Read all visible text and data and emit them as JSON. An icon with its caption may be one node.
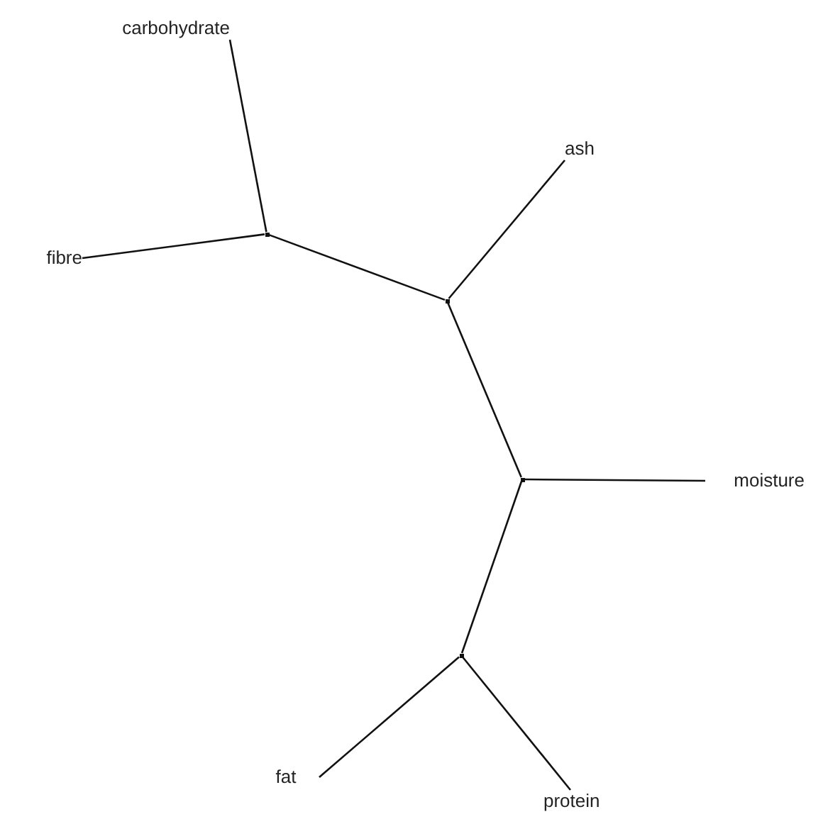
{
  "diagram": {
    "nodes": [
      {
        "text": [
          "carbohydrate"
        ]
      },
      {
        "text": [
          "fibre"
        ]
      },
      {
        "text": [
          "ash"
        ]
      },
      {
        "text": [
          "moisture"
        ]
      },
      {
        "text": [
          "fat"
        ]
      },
      {
        "text": [
          "protein"
        ]
      },
      {
        "text": [],
        "shape": "point"
      },
      {
        "text": [],
        "shape": "point"
      },
      {
        "text": [],
        "shape": "point"
      },
      {
        "text": [],
        "shape": "point"
      }
    ],
    "edges": [
      {
        "from": 0,
        "to": 6,
        "arrow": "none"
      },
      {
        "from": 1,
        "to": 6,
        "arrow": "none"
      },
      {
        "from": 6,
        "to": 7,
        "arrow": "none"
      },
      {
        "from": 2,
        "to": 7,
        "arrow": "none"
      },
      {
        "from": 7,
        "to": 8,
        "arrow": "none"
      },
      {
        "from": 3,
        "to": 8,
        "arrow": "none"
      },
      {
        "from": 8,
        "to": 9,
        "arrow": "none"
      },
      {
        "from": 4,
        "to": 9,
        "arrow": "none"
      },
      {
        "from": 5,
        "to": 9,
        "arrow": "none"
      }
    ]
  }
}
